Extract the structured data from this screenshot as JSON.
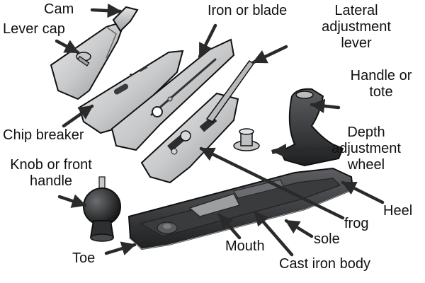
{
  "diagram": {
    "parts": {
      "cam": "Cam",
      "lever_cap": "Lever cap",
      "iron_or_blade": "Iron or blade",
      "lateral_adjustment_lever": [
        "Lateral",
        "adjustment",
        "lever"
      ],
      "handle_or_tote": [
        "Handle or",
        "tote"
      ],
      "chip_breaker": "Chip breaker",
      "depth_adjustment_wheel": [
        "Depth",
        "adjustment",
        "wheel"
      ],
      "knob_or_front_handle": [
        "Knob or front",
        "handle"
      ],
      "heel": "Heel",
      "frog": "frog",
      "sole": "sole",
      "mouth": "Mouth",
      "toe": "Toe",
      "cast_iron_body": "Cast iron body"
    }
  },
  "colors": {
    "metal_light": "#d9dadc",
    "metal_mid": "#a9abad",
    "metal_dark": "#6f7275",
    "body_black": "#2b2c2e",
    "outline": "#111111",
    "arrow": "#2a2a2a"
  }
}
